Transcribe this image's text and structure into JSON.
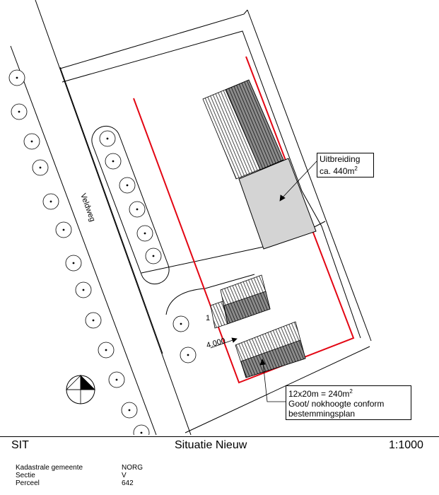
{
  "road": {
    "name": "Veldweg"
  },
  "callouts": {
    "extension": {
      "line1": "Uitbreiding",
      "line2": "ca. 440m",
      "sup": "2"
    },
    "building": {
      "line1_pre": "12x20m = 240m",
      "line1_sup": "2",
      "line2": "Goot/ nokhoogte conform",
      "line3": "bestemmingsplan"
    }
  },
  "dimensions": {
    "distance": "4.000",
    "short": "1"
  },
  "title_block": {
    "code": "SIT",
    "title": "Situatie Nieuw",
    "scale": "1:1000"
  },
  "meta": [
    {
      "key": "Kadastrale gemeente",
      "value": "NORG"
    },
    {
      "key": "Sectie",
      "value": "V"
    },
    {
      "key": "Perceel",
      "value": "642"
    }
  ],
  "colors": {
    "boundary": "#e30613",
    "extension_fill": "#d4d4d4",
    "hatch_dark": "#8c8c8c"
  }
}
